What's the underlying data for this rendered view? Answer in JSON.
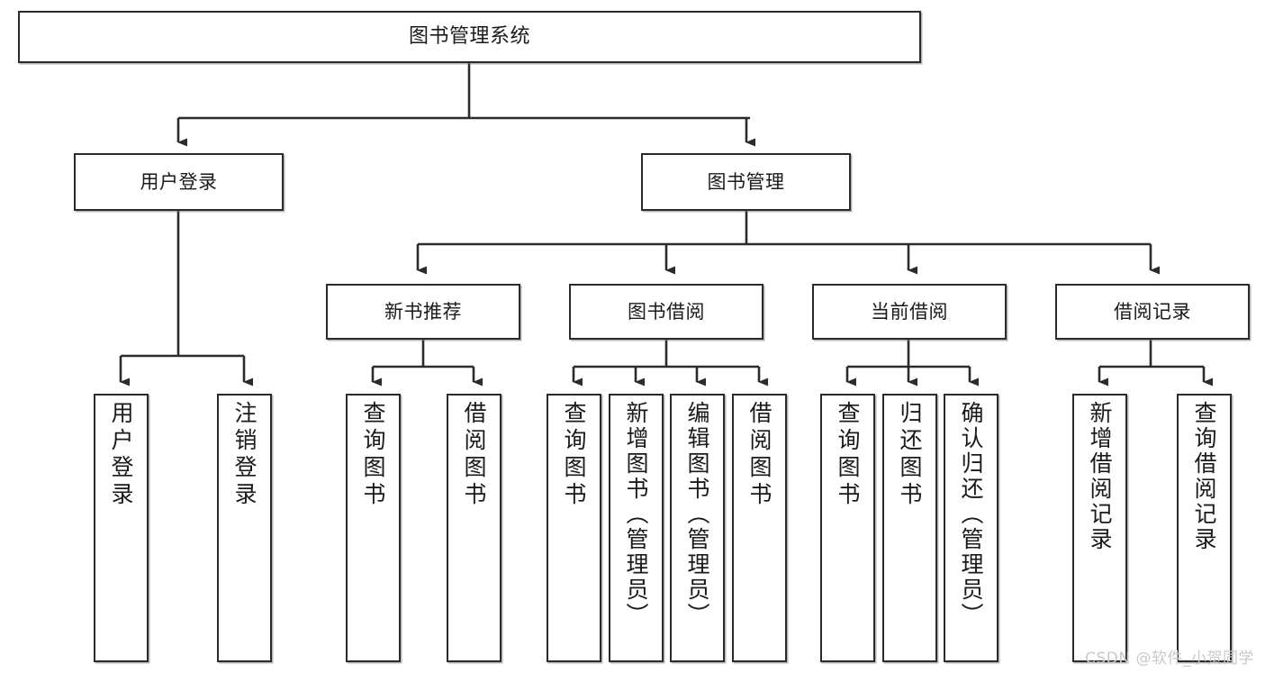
{
  "diagram": {
    "title": "图书管理系统",
    "watermark": "CSDN @软件_小贺同学",
    "line_color": "#2b2b2b",
    "box_fill": "#ffffff",
    "text_color": "#1a1a1a",
    "root": {
      "label": "图书管理系统"
    },
    "level1": [
      {
        "id": "user-login",
        "label": "用户登录"
      },
      {
        "id": "book-management",
        "label": "图书管理"
      }
    ],
    "level2": [
      {
        "id": "new-book-recommend",
        "label": "新书推荐",
        "parent": "book-management"
      },
      {
        "id": "book-borrow",
        "label": "图书借阅",
        "parent": "book-management"
      },
      {
        "id": "current-borrow",
        "label": "当前借阅",
        "parent": "book-management"
      },
      {
        "id": "borrow-record",
        "label": "借阅记录",
        "parent": "book-management"
      }
    ],
    "leaves": [
      {
        "id": "leaf-user-login",
        "label": "用户登录",
        "parent": "user-login"
      },
      {
        "id": "leaf-logout",
        "label": "注销登录",
        "parent": "user-login"
      },
      {
        "id": "leaf-query-book-1",
        "label": "查询图书",
        "parent": "new-book-recommend"
      },
      {
        "id": "leaf-borrow-book-1",
        "label": "借阅图书",
        "parent": "new-book-recommend"
      },
      {
        "id": "leaf-query-book-2",
        "label": "查询图书",
        "parent": "book-borrow"
      },
      {
        "id": "leaf-add-book",
        "label": "新增图书（管理员）",
        "parent": "book-borrow"
      },
      {
        "id": "leaf-edit-book",
        "label": "编辑图书（管理员）",
        "parent": "book-borrow"
      },
      {
        "id": "leaf-borrow-book-2",
        "label": "借阅图书",
        "parent": "book-borrow"
      },
      {
        "id": "leaf-query-book-3",
        "label": "查询图书",
        "parent": "current-borrow"
      },
      {
        "id": "leaf-return-book",
        "label": "归还图书",
        "parent": "current-borrow"
      },
      {
        "id": "leaf-confirm-return",
        "label": "确认归还（管理员）",
        "parent": "current-borrow"
      },
      {
        "id": "leaf-add-record",
        "label": "新增借阅记录",
        "parent": "borrow-record"
      },
      {
        "id": "leaf-query-record",
        "label": "查询借阅记录",
        "parent": "borrow-record"
      }
    ]
  }
}
